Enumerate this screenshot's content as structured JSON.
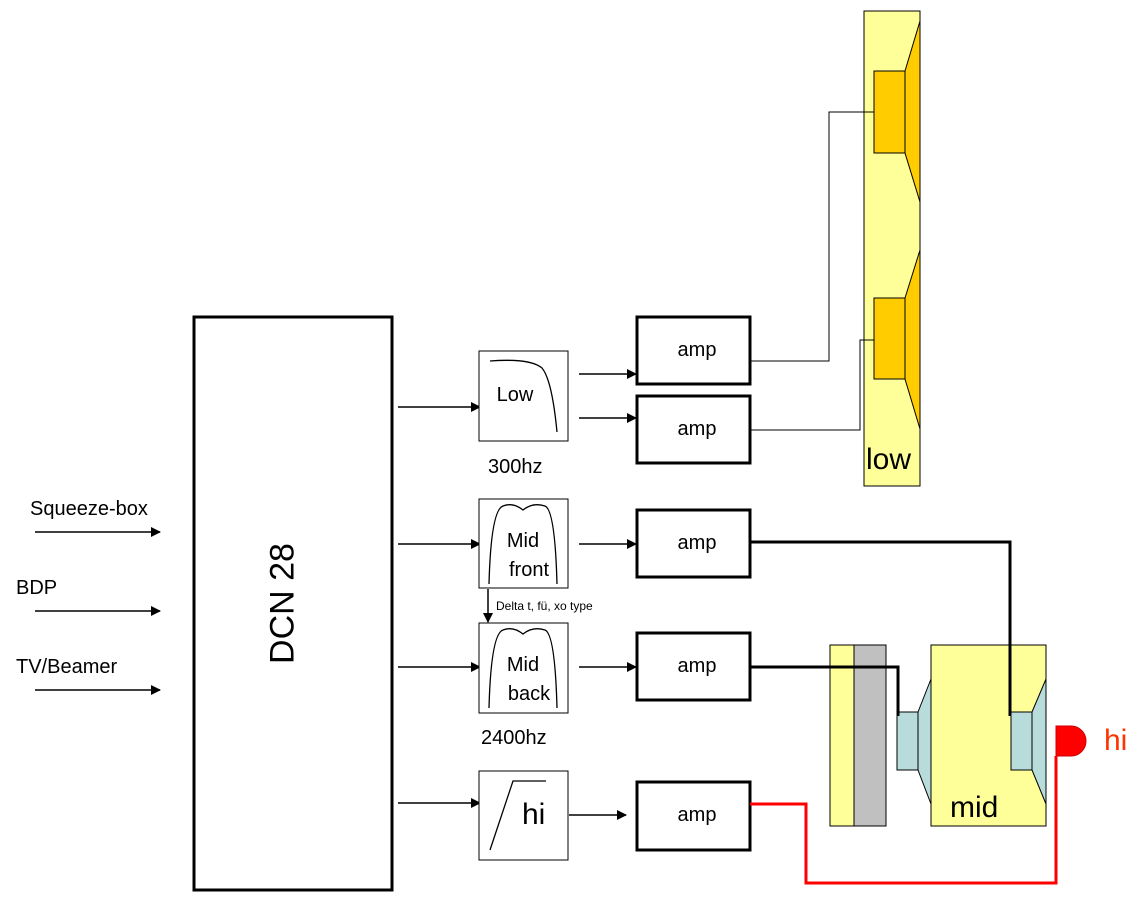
{
  "inputs": [
    {
      "label": "Squeeze-box"
    },
    {
      "label": "BDP"
    },
    {
      "label": "TV/Beamer"
    }
  ],
  "processor": {
    "label": "DCN 28"
  },
  "filters": {
    "low": {
      "label": "Low",
      "frequency": "300hz"
    },
    "mid_front": {
      "line1": "Mid",
      "line2": "front"
    },
    "mid_back": {
      "line1": "Mid",
      "line2": "back",
      "frequency": "2400hz"
    },
    "hi": {
      "label": "hi"
    }
  },
  "note": "Delta  t, fü, xo type",
  "amps": [
    {
      "label": "amp"
    },
    {
      "label": "amp"
    },
    {
      "label": "amp"
    },
    {
      "label": "amp"
    },
    {
      "label": "amp"
    }
  ],
  "speakers": {
    "low": "low",
    "mid": "mid",
    "hi": "hi"
  },
  "colors": {
    "speaker_yellow": "#ffff99",
    "driver_orange": "#ffcc00",
    "driver_cyan": "#b8dcdc",
    "panel_gray": "#c0c0c0",
    "hi_red": "#ff0000",
    "hi_label_red": "#ff3300"
  }
}
